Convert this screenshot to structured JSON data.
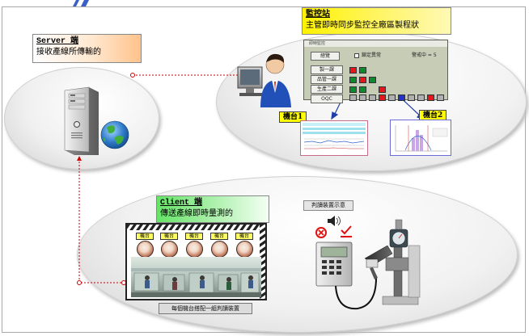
{
  "server": {
    "title": "Server 端",
    "desc": "接收產線所傳輸的"
  },
  "monitor": {
    "title": "監控站",
    "desc": "主管即時同步監控全廠區製程狀",
    "panel": {
      "window_title": "即時監控",
      "header_button": "總覽",
      "checkbox_label": "鎖定異常",
      "stat_text": "警戒中 = 5",
      "rows": [
        "製一課",
        "品管一課",
        "生產二課",
        "OQC"
      ]
    },
    "tags": [
      "機台1",
      "機台2"
    ]
  },
  "client": {
    "title": "Client 端",
    "desc": "傳送產線即時量測的",
    "machine_label": "機台",
    "caption": "每個機台搭配一組判讀裝置"
  },
  "device": {
    "caption": "判讀裝置示意"
  },
  "colors": {
    "connector": "#cc0000",
    "monitor_arrow": "#1f3fa8",
    "server_fill": "#ffc38c",
    "monitor_fill": "#fff200",
    "client_fill": "#66e366"
  }
}
